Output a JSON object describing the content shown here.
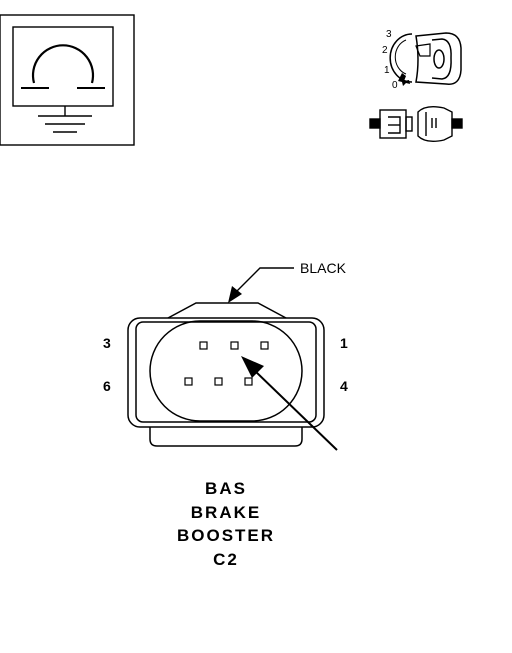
{
  "connector": {
    "color_label": "BLACK",
    "cavity_labels": {
      "top_left": "3",
      "top_right": "1",
      "bottom_left": "6",
      "bottom_right": "4"
    },
    "caption": [
      "BAS",
      "BRAKE",
      "BOOSTER",
      "C2"
    ]
  },
  "ignition_key": {
    "positions": [
      "3",
      "2",
      "1",
      "0"
    ]
  },
  "colors": {
    "line": "#000000",
    "background": "#ffffff"
  }
}
